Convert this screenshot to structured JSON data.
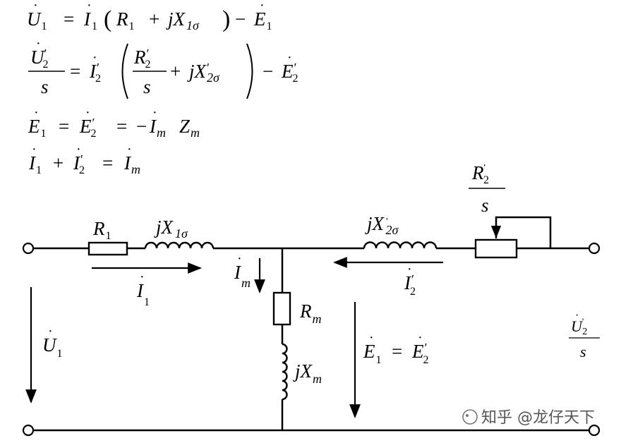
{
  "equations": {
    "eq1": {
      "U": "U",
      "U_sub": "1",
      "eq": "=",
      "I": "I",
      "I_sub": "1",
      "lp": "(",
      "R": "R",
      "R_sub": "1",
      "plus": "+",
      "jX": "jX",
      "X_sub": "1σ",
      "rp": ")",
      "minus": "−",
      "E": "E",
      "E_sub": "1"
    },
    "eq2": {
      "num_U": "U",
      "num_U_prime": "′",
      "num_U_sub": "2",
      "den_s": "s",
      "eq": "=",
      "I": "I",
      "I_prime": "′",
      "I_sub": "2",
      "lp": "(",
      "R": "R",
      "R_prime": "′",
      "R_sub": "2",
      "R_den": "s",
      "plus": "+",
      "jX": "jX",
      "X_prime": "′",
      "X_sub": "2σ",
      "rp": ")",
      "minus": "−",
      "E": "E",
      "E_prime": "′",
      "E_sub": "2"
    },
    "eq3": {
      "E1": "E",
      "E1_sub": "1",
      "eq1": "=",
      "E2": "E",
      "E2_prime": "′",
      "E2_sub": "2",
      "eq2": "=",
      "neg": "−",
      "I": "I",
      "I_sub": "m",
      "Z": "Z",
      "Z_sub": "m"
    },
    "eq4": {
      "I1": "I",
      "I1_sub": "1",
      "plus": "+",
      "I2": "I",
      "I2_prime": "′",
      "I2_sub": "2",
      "eq": "=",
      "Im": "I",
      "Im_sub": "m"
    }
  },
  "circuit": {
    "R1": {
      "sym": "R",
      "sub": "1"
    },
    "X1": {
      "sym": "jX",
      "sub": "1σ"
    },
    "X2": {
      "sym": "jX",
      "prime": "'",
      "sub": "2σ"
    },
    "R2s": {
      "sym": "R",
      "prime": "'",
      "sub": "2",
      "den": "s"
    },
    "I1": {
      "sym": "I",
      "sub": "1"
    },
    "Im": {
      "sym": "I",
      "sub": "m"
    },
    "I2": {
      "sym": "I",
      "prime": "′",
      "sub": "2"
    },
    "Rm": {
      "sym": "R",
      "sub": "m"
    },
    "Xm": {
      "sym": "jX",
      "sub": "m"
    },
    "U1": {
      "sym": "U",
      "sub": "1"
    },
    "E": {
      "E1": "E",
      "E1_sub": "1",
      "eq": "=",
      "E2": "E",
      "E2_prime": "′",
      "E2_sub": "2"
    },
    "U2s": {
      "sym": "U",
      "prime": "'",
      "sub": "2",
      "den": "s"
    }
  },
  "watermark": "知乎 @龙仔天下"
}
